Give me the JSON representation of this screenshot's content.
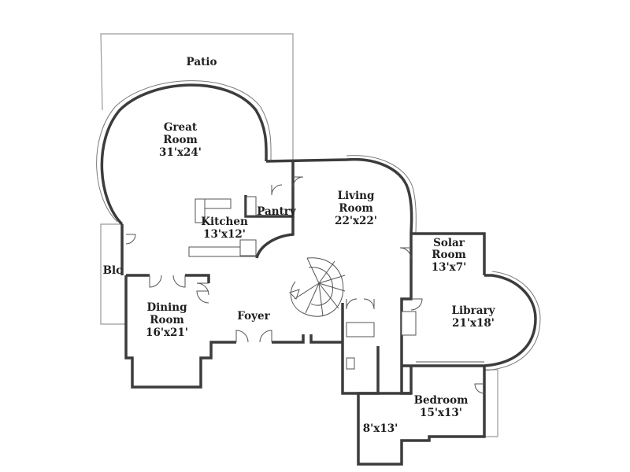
{
  "rooms": {
    "patio": "Patio",
    "great_room": "Great",
    "great_room_2": "Room",
    "great_room_size": "31'x24'",
    "kitchen": "Kitchen",
    "kitchen_size": "13'x12'",
    "pantry": "Pantry",
    "living_room": "Living",
    "living_room_2": "Room",
    "living_room_size": "22'x22'",
    "solar_room": "Solar",
    "solar_room_2": "Room",
    "solar_room_size": "13'x7'",
    "balcony": "Blc",
    "dining_room": "Dining",
    "dining_room_2": "Room",
    "dining_room_size": "16'x21'",
    "foyer": "Foyer",
    "library": "Library",
    "library_size": "21'x18'",
    "bedroom": "Bedroom",
    "bedroom_size": "15'x13'",
    "small_room_size": "8'x13'"
  }
}
